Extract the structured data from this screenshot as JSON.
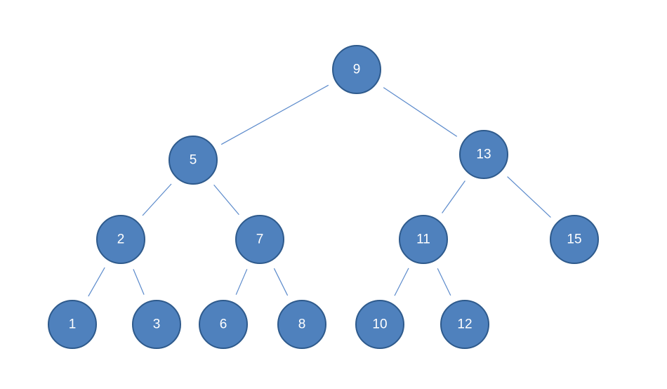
{
  "colors": {
    "node_fill": "#4F81BD",
    "node_stroke": "#2E5A8C",
    "edge": "#5B8ACB",
    "label": "#ffffff"
  },
  "tree": {
    "nodes": [
      {
        "id": "n9",
        "label": "9"
      },
      {
        "id": "n5",
        "label": "5"
      },
      {
        "id": "n13",
        "label": "13"
      },
      {
        "id": "n2",
        "label": "2"
      },
      {
        "id": "n7",
        "label": "7"
      },
      {
        "id": "n11",
        "label": "11"
      },
      {
        "id": "n15",
        "label": "15"
      },
      {
        "id": "n1",
        "label": "1"
      },
      {
        "id": "n3",
        "label": "3"
      },
      {
        "id": "n6",
        "label": "6"
      },
      {
        "id": "n8",
        "label": "8"
      },
      {
        "id": "n10",
        "label": "10"
      },
      {
        "id": "n12",
        "label": "12"
      }
    ],
    "edges": [
      {
        "from": "n9",
        "to": "n5"
      },
      {
        "from": "n9",
        "to": "n13"
      },
      {
        "from": "n5",
        "to": "n2"
      },
      {
        "from": "n5",
        "to": "n7"
      },
      {
        "from": "n13",
        "to": "n11"
      },
      {
        "from": "n13",
        "to": "n15"
      },
      {
        "from": "n2",
        "to": "n1"
      },
      {
        "from": "n2",
        "to": "n3"
      },
      {
        "from": "n7",
        "to": "n6"
      },
      {
        "from": "n7",
        "to": "n8"
      },
      {
        "from": "n11",
        "to": "n10"
      },
      {
        "from": "n11",
        "to": "n12"
      }
    ]
  }
}
